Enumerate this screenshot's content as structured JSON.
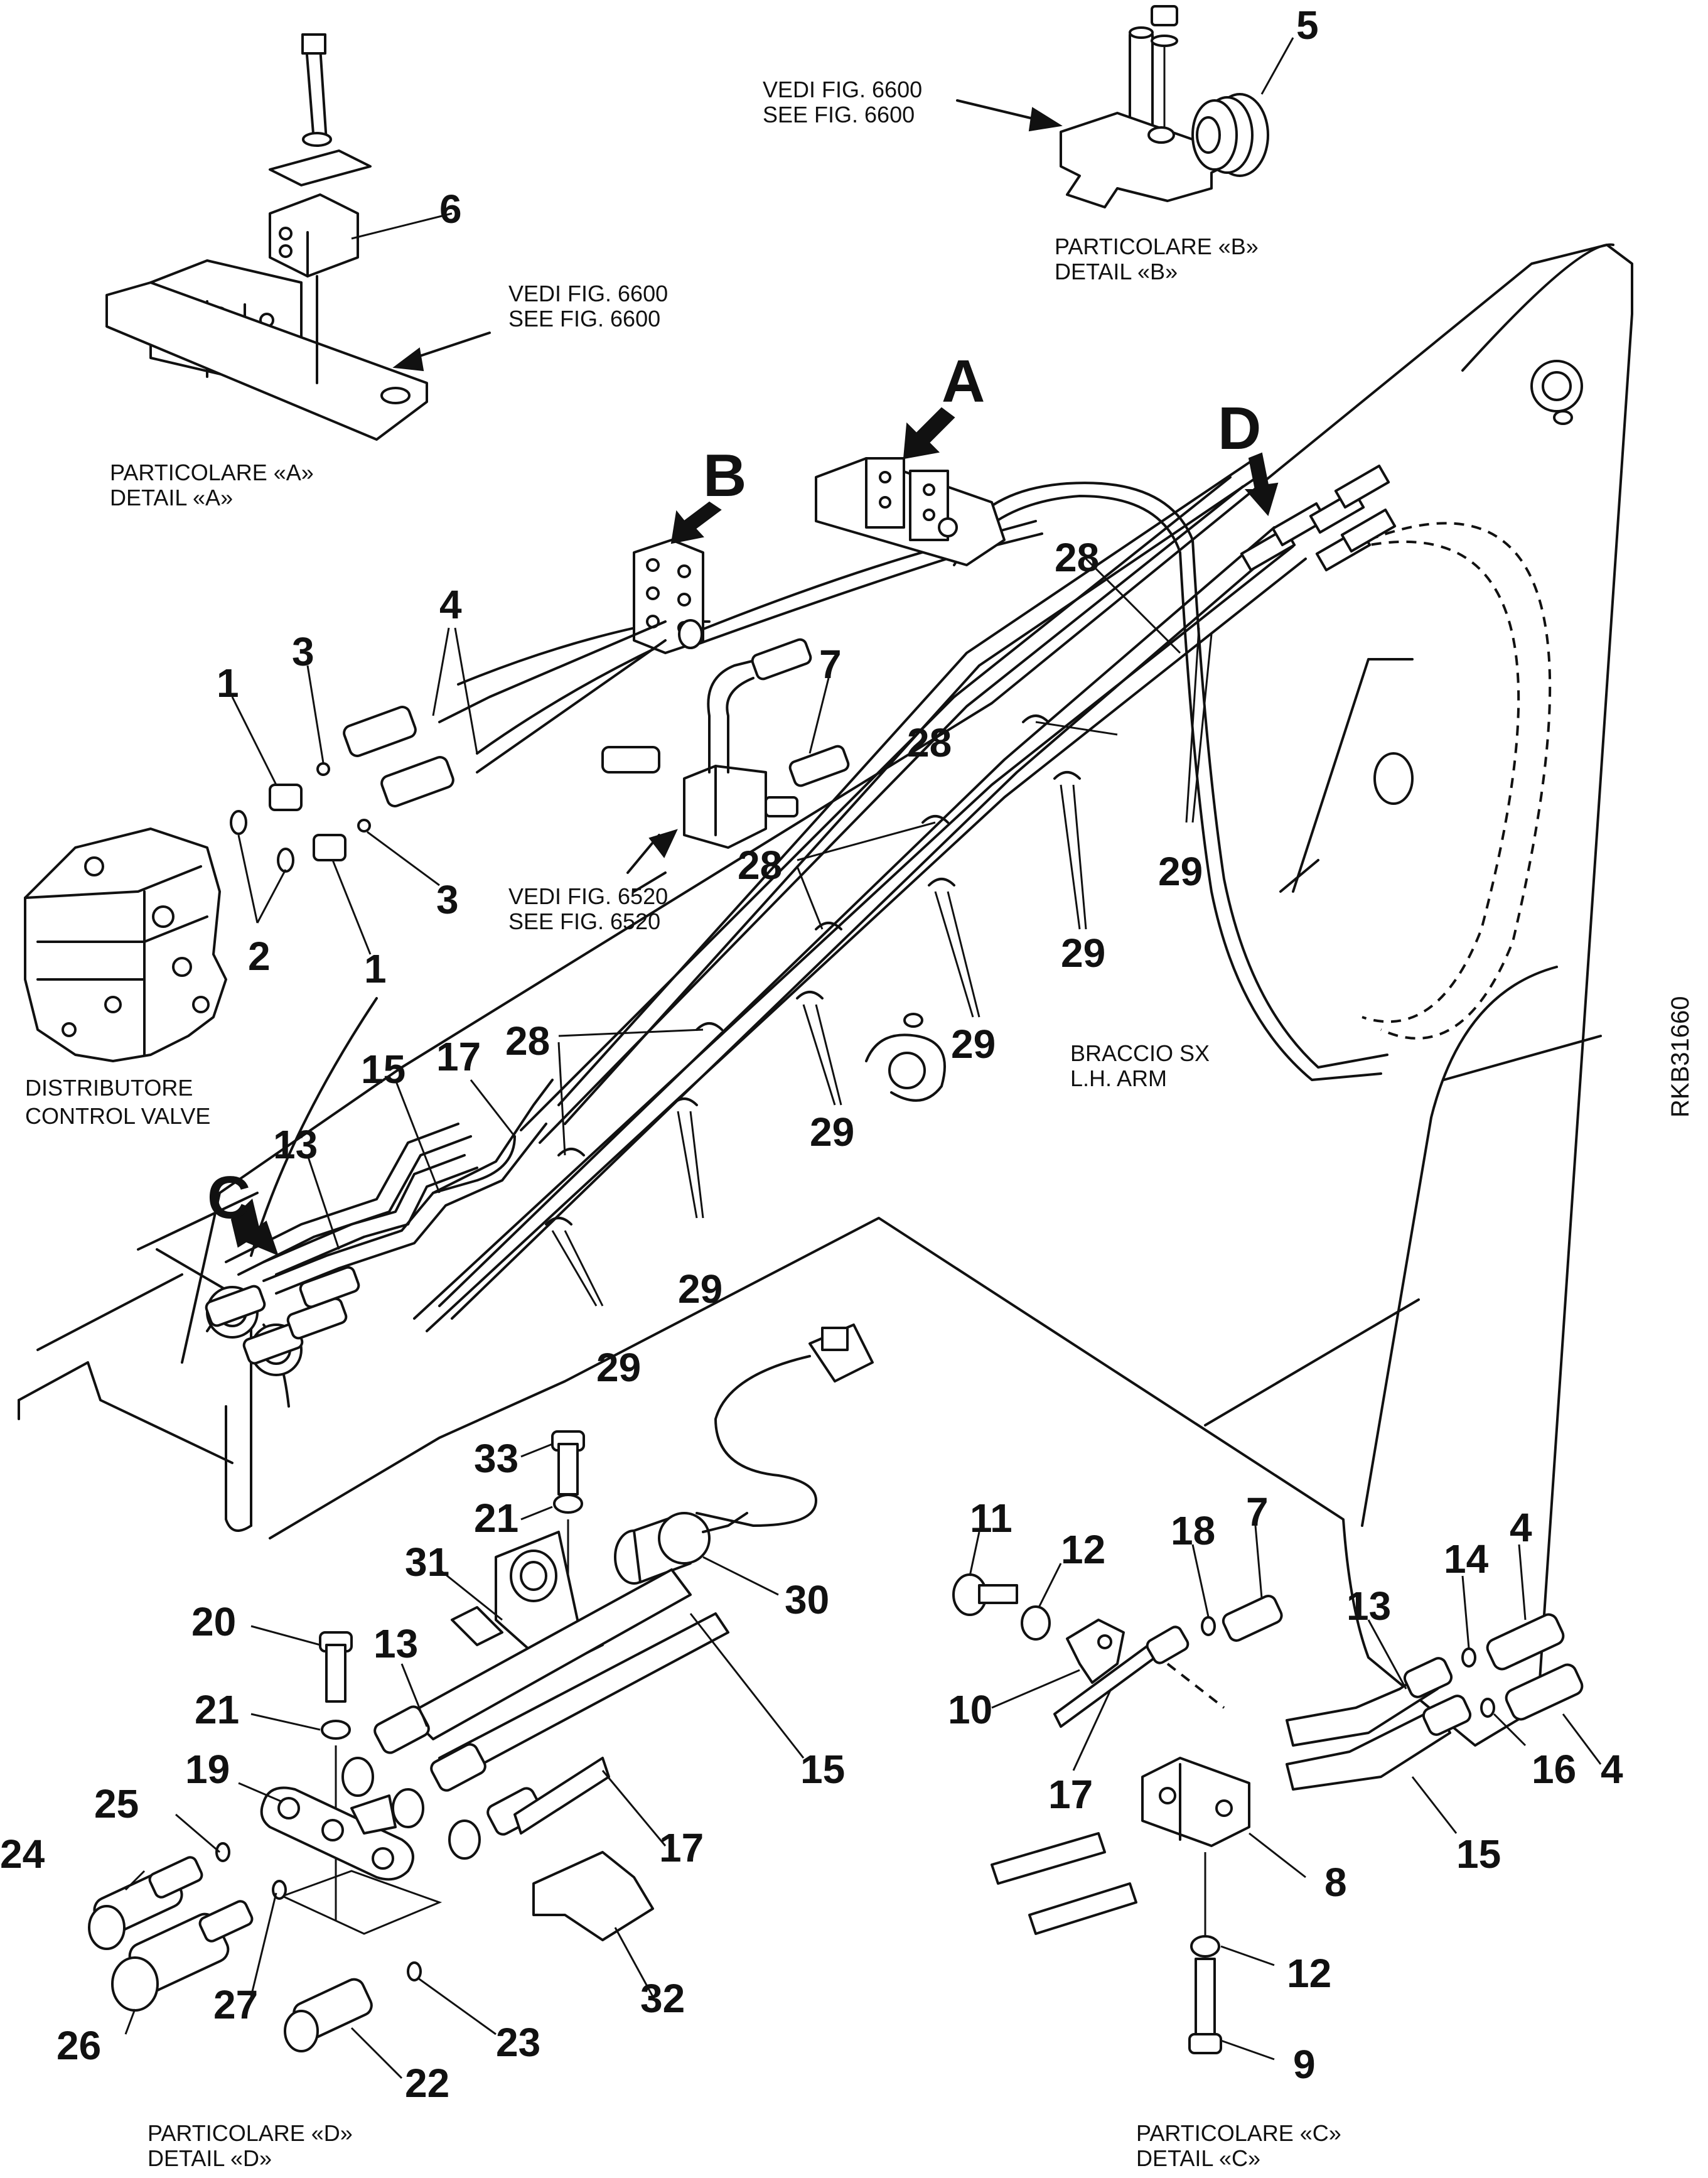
{
  "drawing_code": "RKB31660",
  "captions": {
    "detail_a": [
      "PARTICOLARE «A»",
      "DETAIL «A»"
    ],
    "detail_b": [
      "PARTICOLARE «B»",
      "DETAIL «B»"
    ],
    "detail_c": [
      "PARTICOLARE «C»",
      "DETAIL «C»"
    ],
    "detail_d": [
      "PARTICOLARE «D»",
      "DETAIL «D»"
    ],
    "see_6600_a": [
      "VEDI FIG. 6600",
      "SEE FIG. 6600"
    ],
    "see_6600_b": [
      "VEDI FIG. 6600",
      "SEE FIG. 6600"
    ],
    "see_6520": [
      "VEDI FIG. 6520",
      "SEE FIG. 6520"
    ],
    "control_valve": [
      "DISTRIBUTORE",
      "CONTROL VALVE"
    ],
    "lh_arm": [
      "BRACCIO SX",
      "L.H. ARM"
    ]
  },
  "detail_letters": {
    "a": "A",
    "b": "B",
    "c": "C",
    "d": "D"
  },
  "callouts": [
    {
      "id": "c-6",
      "num": "6"
    },
    {
      "id": "c-5",
      "num": "5"
    },
    {
      "id": "c-4-top",
      "num": "4"
    },
    {
      "id": "c-1-top",
      "num": "1"
    },
    {
      "id": "c-3-top",
      "num": "3"
    },
    {
      "id": "c-3-low",
      "num": "3"
    },
    {
      "id": "c-1-low",
      "num": "1"
    },
    {
      "id": "c-2",
      "num": "2"
    },
    {
      "id": "c-7-top",
      "num": "7"
    },
    {
      "id": "c-28-a",
      "num": "28"
    },
    {
      "id": "c-28-b",
      "num": "28"
    },
    {
      "id": "c-28-c",
      "num": "28"
    },
    {
      "id": "c-28-d",
      "num": "28"
    },
    {
      "id": "c-29-a",
      "num": "29"
    },
    {
      "id": "c-29-b",
      "num": "29"
    },
    {
      "id": "c-29-c",
      "num": "29"
    },
    {
      "id": "c-29-d",
      "num": "29"
    },
    {
      "id": "c-29-e",
      "num": "29"
    },
    {
      "id": "c-29-f",
      "num": "29"
    },
    {
      "id": "c-17-top",
      "num": "17"
    },
    {
      "id": "c-15-top",
      "num": "15"
    },
    {
      "id": "c-13-top",
      "num": "13"
    },
    {
      "id": "c-33",
      "num": "33"
    },
    {
      "id": "c-21-a",
      "num": "21"
    },
    {
      "id": "c-31",
      "num": "31"
    },
    {
      "id": "c-30",
      "num": "30"
    },
    {
      "id": "c-20",
      "num": "20"
    },
    {
      "id": "c-13-d",
      "num": "13"
    },
    {
      "id": "c-21-b",
      "num": "21"
    },
    {
      "id": "c-15-d",
      "num": "15"
    },
    {
      "id": "c-19",
      "num": "19"
    },
    {
      "id": "c-25",
      "num": "25"
    },
    {
      "id": "c-24",
      "num": "24"
    },
    {
      "id": "c-17-d",
      "num": "17"
    },
    {
      "id": "c-27",
      "num": "27"
    },
    {
      "id": "c-26",
      "num": "26"
    },
    {
      "id": "c-32",
      "num": "32"
    },
    {
      "id": "c-23",
      "num": "23"
    },
    {
      "id": "c-22",
      "num": "22"
    },
    {
      "id": "c-11",
      "num": "11"
    },
    {
      "id": "c-12-a",
      "num": "12"
    },
    {
      "id": "c-18",
      "num": "18"
    },
    {
      "id": "c-7-c",
      "num": "7"
    },
    {
      "id": "c-13-c",
      "num": "13"
    },
    {
      "id": "c-14",
      "num": "14"
    },
    {
      "id": "c-4-c1",
      "num": "4"
    },
    {
      "id": "c-10",
      "num": "10"
    },
    {
      "id": "c-17-c",
      "num": "17"
    },
    {
      "id": "c-16",
      "num": "16"
    },
    {
      "id": "c-4-c2",
      "num": "4"
    },
    {
      "id": "c-15-c",
      "num": "15"
    },
    {
      "id": "c-8",
      "num": "8"
    },
    {
      "id": "c-12-b",
      "num": "12"
    },
    {
      "id": "c-9",
      "num": "9"
    }
  ]
}
